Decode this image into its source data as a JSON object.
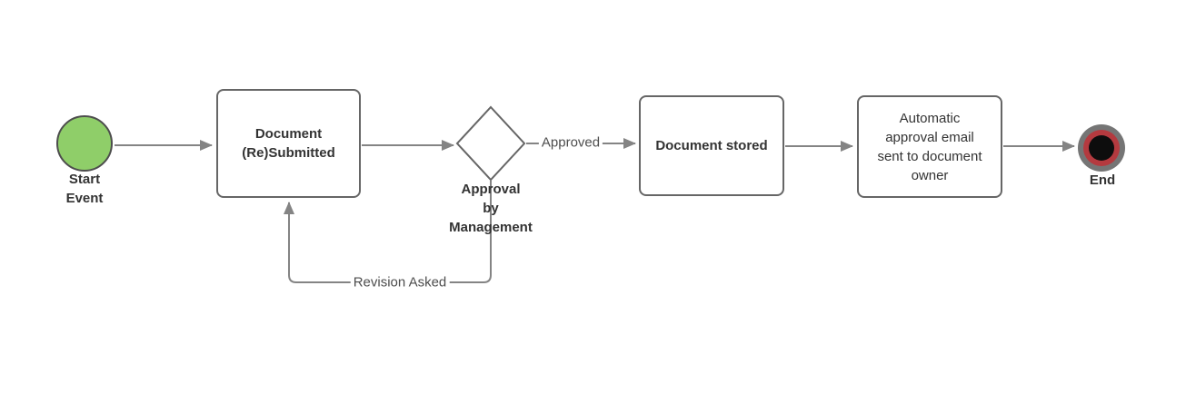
{
  "colors": {
    "line": "#848484",
    "shape_border": "#666666",
    "shape_fill": "#ffffff",
    "text": "#333333",
    "edge_label_text": "#4d4d4d",
    "start_fill": "#8fce69",
    "start_border": "#4d4d4d",
    "end_outer_ring": "#757575",
    "end_inner_ring": "#b43a3f",
    "end_center": "#0d0d0d",
    "background": "#ffffff"
  },
  "nodes": {
    "start": {
      "type": "start-event",
      "label": "Start\nEvent"
    },
    "resubmitted": {
      "type": "task",
      "label": "Document\n(Re)Submitted"
    },
    "decision": {
      "type": "gateway",
      "label": "Approval\nby\nManagement"
    },
    "stored": {
      "type": "task",
      "label": "Document stored"
    },
    "email": {
      "type": "task",
      "label": "Automatic\napproval email\nsent to document\nowner"
    },
    "end": {
      "type": "end-event",
      "label": "End"
    }
  },
  "edges": {
    "start_to_resubmitted": {
      "label": ""
    },
    "resubmitted_to_decision": {
      "label": ""
    },
    "decision_to_stored": {
      "label": "Approved"
    },
    "stored_to_email": {
      "label": ""
    },
    "email_to_end": {
      "label": ""
    },
    "revision_loop": {
      "label": "Revision Asked"
    }
  }
}
